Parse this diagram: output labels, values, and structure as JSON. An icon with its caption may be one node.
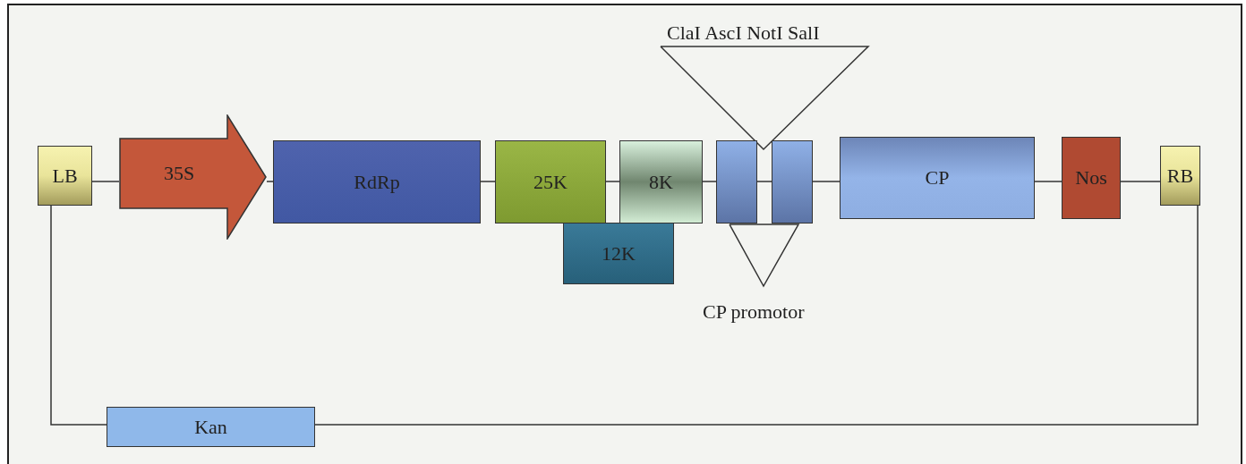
{
  "diagram": {
    "nodes": [
      {
        "text": [
          "LB"
        ]
      },
      {
        "text": [
          "35S"
        ]
      },
      {
        "text": [
          "RdRp"
        ]
      },
      {
        "text": [
          "25K"
        ]
      },
      {
        "text": [
          "8K"
        ]
      },
      {
        "text": [],
        "shape": "box"
      },
      {
        "text": [],
        "shape": "box"
      },
      {
        "text": [
          "CP"
        ]
      },
      {
        "text": [
          "Nos"
        ]
      },
      {
        "text": [
          "RB"
        ]
      },
      {
        "text": [
          "12K"
        ]
      },
      {
        "text": [
          "Kan"
        ]
      }
    ],
    "edges": [
      {
        "from": 0,
        "to": 1,
        "arrow": "none"
      },
      {
        "from": 1,
        "to": 2,
        "arrow": "none"
      },
      {
        "from": 2,
        "to": 3,
        "arrow": "none"
      },
      {
        "from": 3,
        "to": 4,
        "arrow": "none"
      },
      {
        "from": 4,
        "to": 5,
        "arrow": "none"
      },
      {
        "from": 5,
        "to": 6,
        "arrow": "none"
      },
      {
        "from": 6,
        "to": 7,
        "arrow": "none"
      },
      {
        "from": 7,
        "to": 8,
        "arrow": "none"
      },
      {
        "from": 8,
        "to": 9,
        "arrow": "none"
      },
      {
        "from": 0,
        "to": 11,
        "arrow": "none"
      },
      {
        "from": 11,
        "to": 9,
        "arrow": "none"
      }
    ],
    "labels": [
      "ClaI AscI NotI SalI",
      "CP promotor"
    ]
  }
}
